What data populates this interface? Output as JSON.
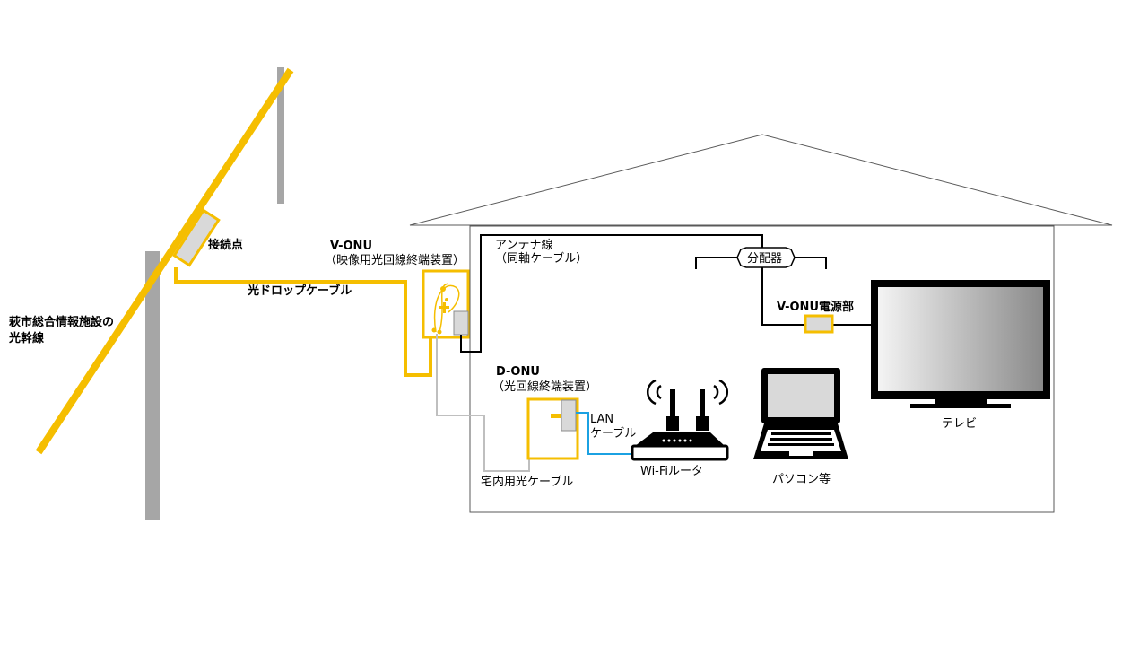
{
  "labels": {
    "trunk_line_1": "萩市総合情報施設の",
    "trunk_line_2": "光幹線",
    "connection_point": "接続点",
    "drop_cable": "光ドロップケーブル",
    "v_onu_title": "V-ONU",
    "v_onu_desc": "（映像用光回線終端装置）",
    "antenna_line_1": "アンテナ線",
    "antenna_line_2": "（同軸ケーブル）",
    "splitter": "分配器",
    "v_onu_power": "V-ONU電源部",
    "d_onu_title": "D-ONU",
    "d_onu_desc": "（光回線終端装置）",
    "lan_1": "LAN",
    "lan_2": "ケーブル",
    "indoor_cable": "宅内用光ケーブル",
    "router": "Wi-Fiルータ",
    "pc": "パソコン等",
    "tv": "テレビ"
  },
  "colors": {
    "fiber": "#F5BE00",
    "pole": "#A6A6A6",
    "indoor_fiber": "#BFBFBF",
    "lan": "#1BA1E2",
    "coax": "#000000"
  },
  "icons": [
    "utility-pole-icon",
    "antenna-icon",
    "router-icon",
    "laptop-icon",
    "television-icon"
  ]
}
